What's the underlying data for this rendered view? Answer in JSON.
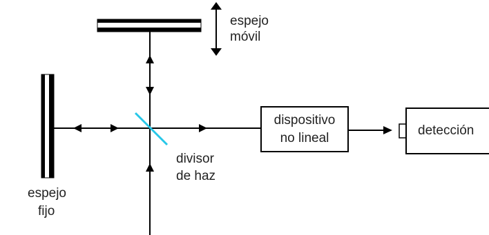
{
  "labels": {
    "moving_mirror_line1": "espejo",
    "moving_mirror_line2": "móvil",
    "fixed_mirror_line1": "espejo",
    "fixed_mirror_line2": "fijo",
    "beam_splitter_line1": "divisor",
    "beam_splitter_line2": "de haz",
    "nonlinear_device_line1": "dispositivo",
    "nonlinear_device_line2": "no lineal",
    "detection": "detección"
  },
  "colors": {
    "line": "#000000",
    "beam_splitter": "#27c7e8",
    "text": "#222222",
    "background": "#ffffff"
  }
}
